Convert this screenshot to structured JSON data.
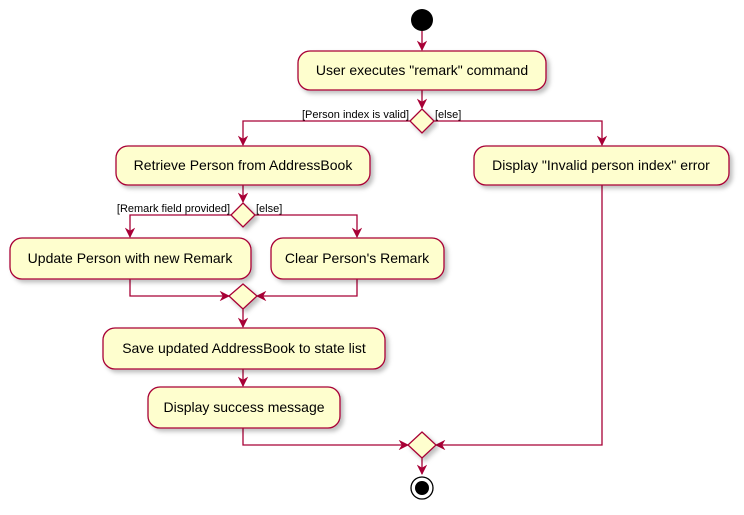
{
  "diagram": {
    "colors": {
      "line": "#A80036",
      "node_fill": "#FEFECE",
      "start": "#000000"
    },
    "actions": {
      "user_executes": "User executes \"remark\" command",
      "retrieve_person": "Retrieve Person from AddressBook",
      "invalid_index": "Display \"Invalid person index\" error",
      "update_person": "Update Person with new Remark",
      "clear_remark": "Clear Person's Remark",
      "save_addressbook": "Save updated AddressBook to state list",
      "display_success": "Display success message"
    },
    "guards": {
      "index_valid": "[Person index is valid]",
      "index_else": "[else]",
      "remark_provided": "[Remark field provided]",
      "remark_else": "[else]"
    }
  }
}
